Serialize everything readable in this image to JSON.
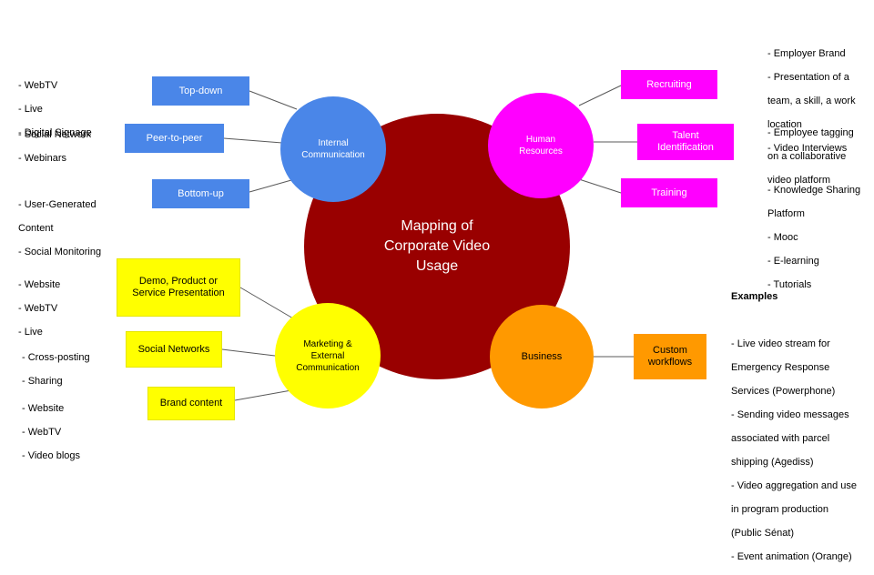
{
  "center": {
    "title": "Mapping of\nCorporate Video\nUsage",
    "color": "#990000"
  },
  "hubs": {
    "internal": {
      "label": "Internal\nCommunication",
      "color": "#4a86e8"
    },
    "hr": {
      "label": "Human\nResources",
      "color": "#ff00ff"
    },
    "marketing": {
      "label": "Marketing &\nExternal\nCommunication",
      "color": "#ffff00"
    },
    "business": {
      "label": "Business",
      "color": "#ff9900"
    }
  },
  "leaves": {
    "top_down": "Top-down",
    "peer_to_peer": "Peer-to-peer",
    "bottom_up": "Bottom-up",
    "recruiting": "Recruiting",
    "talent": "Talent\nIdentification",
    "training": "Training",
    "demo": "Demo, Product or\nService Presentation",
    "social_networks": "Social Networks",
    "brand_content": "Brand content",
    "custom_workflows": "Custom\nworkflows"
  },
  "notes": {
    "top_down": [
      "- WebTV",
      "- Live",
      "- Digital Signage"
    ],
    "peer_to_peer": [
      "- Social Network",
      "- Webinars"
    ],
    "bottom_up": [
      "- User-Generated",
      "Content",
      "- Social Monitoring"
    ],
    "recruiting": [
      "- Employer Brand",
      "- Presentation of a",
      "team, a skill, a work",
      "location",
      "- Video Interviews"
    ],
    "talent": [
      "- Employee tagging",
      "on a collaborative",
      "video platform"
    ],
    "training": [
      "- Knowledge Sharing",
      "Platform",
      "- Mooc",
      "- E-learning",
      "- Tutorials"
    ],
    "demo": [
      "- Website",
      "- WebTV",
      "- Live"
    ],
    "social_networks": [
      "- Cross-posting",
      "- Sharing"
    ],
    "brand_content": [
      "- Website",
      "- WebTV",
      "- Video blogs"
    ],
    "examples_title": "Examples",
    "examples": [
      "- Live video stream for",
      "Emergency Response",
      "Services (Powerphone)",
      "- Sending video messages",
      "associated with parcel",
      "shipping (Agediss)",
      "- Video aggregation and use",
      "in program production",
      "(Public Sénat)",
      "- Event animation (Orange)"
    ]
  }
}
